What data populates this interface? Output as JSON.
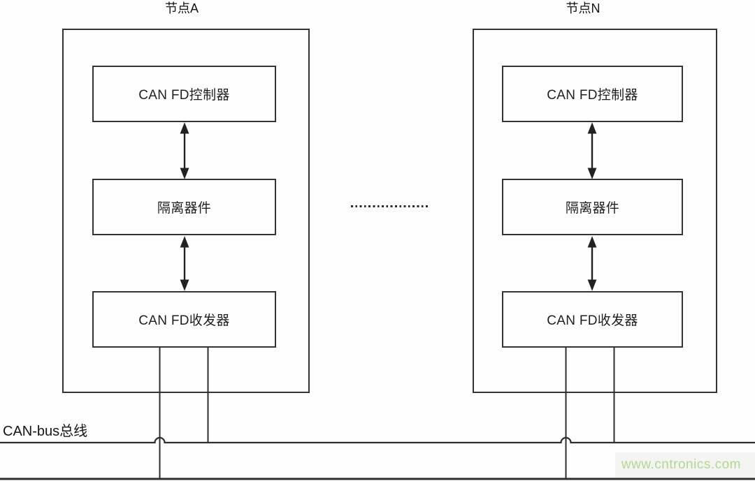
{
  "nodes": [
    {
      "title": "节点A",
      "blocks": [
        "CAN FD控制器",
        "隔离器件",
        "CAN FD收发器"
      ]
    },
    {
      "title": "节点N",
      "blocks": [
        "CAN FD控制器",
        "隔离器件",
        "CAN FD收发器"
      ]
    }
  ],
  "divider": {
    "ellipsis": "..................",
    "style": "dotted-line"
  },
  "bus": {
    "label": "CAN-bus总线",
    "wire_count": 2
  },
  "watermark": {
    "text": "www.cntronics.com",
    "color": "#b2d795"
  },
  "colors": {
    "line": "#333333",
    "background": "#fefefe",
    "text": "#1c1c1c"
  }
}
